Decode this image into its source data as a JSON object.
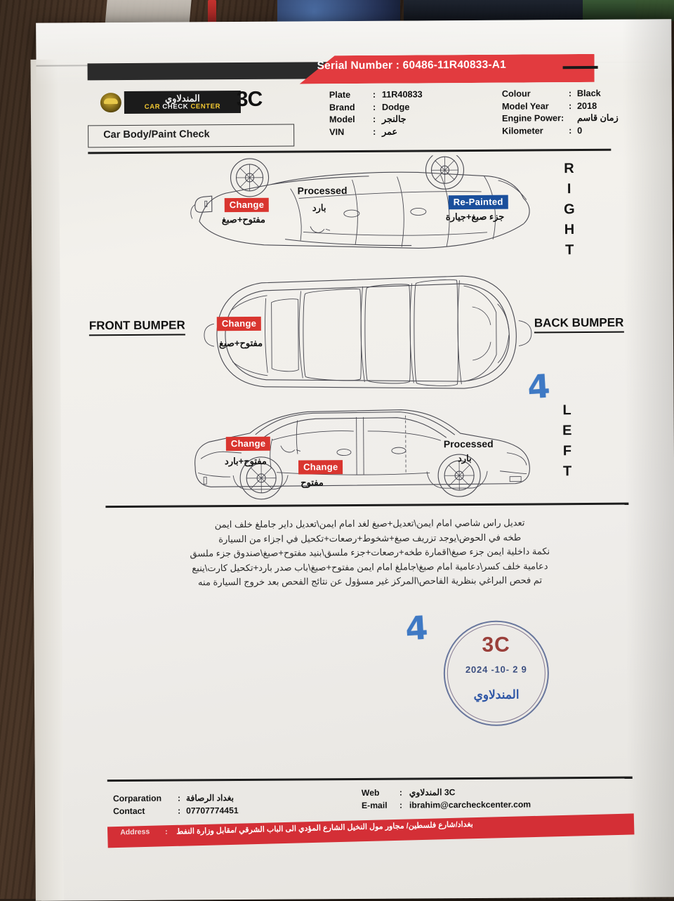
{
  "serial": {
    "label": "Serial Number :",
    "value": "60486-11R40833-A1"
  },
  "logo": {
    "arabic": "المندلاوي",
    "english_car": "CAR",
    "english_check": "CHECK",
    "english_center": "CENTER",
    "code": "3C"
  },
  "report_title": "Car Body/Paint Check",
  "info": {
    "left": [
      {
        "label": "Plate",
        "sep": ":",
        "value": "11R40833",
        "rtl": false
      },
      {
        "label": "Brand",
        "sep": ":",
        "value": "Dodge",
        "rtl": false
      },
      {
        "label": "Model",
        "sep": ":",
        "value": "جالنجر",
        "rtl": true
      },
      {
        "label": "VIN",
        "sep": ":",
        "value": "عمر",
        "rtl": true
      }
    ],
    "right": [
      {
        "label": "Colour",
        "sep": ":",
        "value": "Black",
        "rtl": false
      },
      {
        "label": "Model Year",
        "sep": ":",
        "value": "2018",
        "rtl": false
      },
      {
        "label": "Engine Power:",
        "sep": "",
        "value": "زمان قاسم",
        "rtl": true
      },
      {
        "label": "Kilometer",
        "sep": ":",
        "value": "0",
        "rtl": false
      }
    ]
  },
  "side_labels": {
    "right": "RIGHT",
    "left": "LEFT",
    "front_bumper": "FRONT BUMPER",
    "back_bumper": "BACK BUMPER"
  },
  "diagram_tags": {
    "top_view": [
      {
        "type": "chip-red",
        "text": "Change"
      },
      {
        "type": "plain",
        "text": "Processed"
      },
      {
        "type": "arabic",
        "text": "بارد"
      },
      {
        "type": "arabic",
        "text": "مفتوح+صبغ"
      },
      {
        "type": "chip-blue",
        "text": "Re-Painted"
      },
      {
        "type": "arabic",
        "text": "جزء صبغ+جيارة"
      }
    ],
    "plan_view": [
      {
        "type": "chip-red",
        "text": "Change"
      },
      {
        "type": "arabic",
        "text": "مفتوح+صبغ"
      }
    ],
    "side_view": [
      {
        "type": "chip-red",
        "text": "Change"
      },
      {
        "type": "arabic",
        "text": "مفتوح+بارد"
      },
      {
        "type": "chip-red",
        "text": "Change"
      },
      {
        "type": "arabic",
        "text": "مفتوح"
      },
      {
        "type": "plain",
        "text": "Processed"
      },
      {
        "type": "arabic",
        "text": "بارد"
      }
    ]
  },
  "handwriting": {
    "mark_upper": "4",
    "mark_lower": "4"
  },
  "notes": [
    "تعديل راس شاصي امام ايمن\\تعديل+صبغ لغد امام ايمن\\تعديل داير جاملغ خلف ايمن",
    "طخه في الحوض\\يوجد تزريف صبغ+شخوط+رصعات+تكحيل في اجزاء من السيارة",
    "نكمة داخلية ايمن جزء صبغ\\اقمارة طخه+رصعات+جزء ملسق\\بنيد مفتوح+صبغ\\صندوق جزء ملسق",
    "دعامية خلف كسر\\دعامية امام صبغ\\جاملغ امام ايمن مفتوح+صبغ\\باب صدر بارد+تكحيل كارت\\ينبع",
    "تم فحص البراغي بنظرية الفاحص\\المركز غير مسؤول عن نتائج الفحص بعد خروج السيارة منه"
  ],
  "stamp": {
    "code": "3C",
    "date": "2024 -10- 2 9",
    "arabic": "المندلاوي"
  },
  "footer": {
    "left": [
      {
        "label": "Corparation",
        "sep": ":",
        "value": "بغداد الرصافة",
        "rtl": true
      },
      {
        "label": "Contact",
        "sep": ":",
        "value": "07707774451",
        "rtl": false
      }
    ],
    "right": [
      {
        "label": "Web",
        "sep": ":",
        "value": "3C المندلاوي",
        "rtl": true
      },
      {
        "label": "E-mail",
        "sep": ":",
        "value": "ibrahim@carcheckcenter.com",
        "rtl": false
      }
    ],
    "address": {
      "label": "Address",
      "sep": ":",
      "value": "بغداد/شارع فلسطين/ مجاور مول النخيل الشارع المؤدي الى الباب الشرقي /مقابل وزارة النفط"
    }
  },
  "colors": {
    "banner_red": "#e23b3f",
    "chip_red": "#d9352f",
    "chip_blue": "#1a4f9c",
    "handwriting_blue": "#3f79c4",
    "stamp_blue": "#2f57a6",
    "stamp_red": "#9a3f3a",
    "logo_yellow": "#f2c832",
    "paper": "#efedea"
  }
}
